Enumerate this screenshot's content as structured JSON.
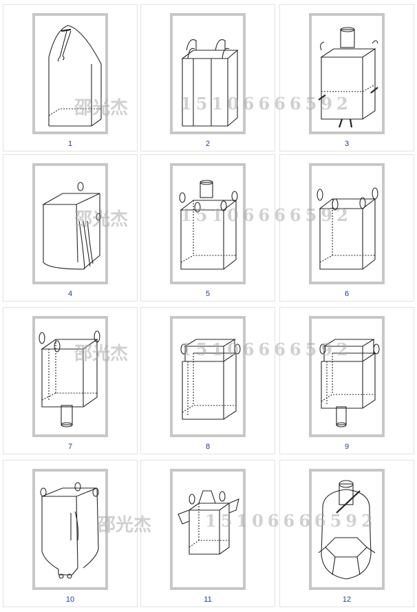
{
  "items": [
    {
      "id": "1",
      "label": "1"
    },
    {
      "id": "2",
      "label": "2"
    },
    {
      "id": "3",
      "label": "3"
    },
    {
      "id": "4",
      "label": "4"
    },
    {
      "id": "5",
      "label": "5"
    },
    {
      "id": "6",
      "label": "6"
    },
    {
      "id": "7",
      "label": "7"
    },
    {
      "id": "8",
      "label": "8"
    },
    {
      "id": "9",
      "label": "9"
    },
    {
      "id": "10",
      "label": "10"
    },
    {
      "id": "11",
      "label": "11"
    },
    {
      "id": "12",
      "label": "12"
    }
  ],
  "watermark": {
    "name": "邵光杰",
    "phone": "15106666592"
  }
}
